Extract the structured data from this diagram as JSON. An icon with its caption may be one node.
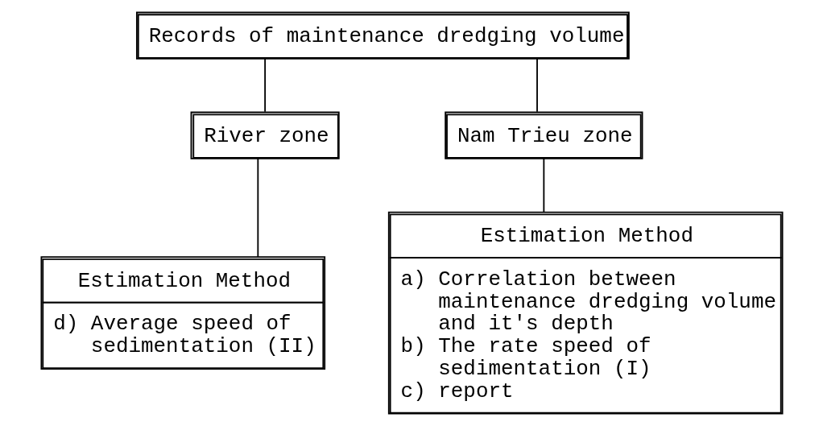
{
  "diagram": {
    "nodes": [
      {
        "text": [
          "Records of maintenance dredging volume"
        ]
      },
      {
        "text": [
          "River zone"
        ]
      },
      {
        "text": [
          "Nam Trieu zone"
        ]
      },
      {
        "text": [
          "Estimation Method",
          "d) Average speed of sedimentation (II)"
        ]
      },
      {
        "text": [
          "Estimation Method",
          "a) Correlation between maintenance dredging volume and it's depth",
          "b) The rate speed of sedimentation (I)",
          "c) report"
        ]
      }
    ],
    "edges": [
      {
        "from": 0,
        "to": 1,
        "arrow": "none"
      },
      {
        "from": 0,
        "to": 2,
        "arrow": "none"
      },
      {
        "from": 1,
        "to": 3,
        "arrow": "none"
      },
      {
        "from": 2,
        "to": 4,
        "arrow": "none"
      }
    ]
  }
}
